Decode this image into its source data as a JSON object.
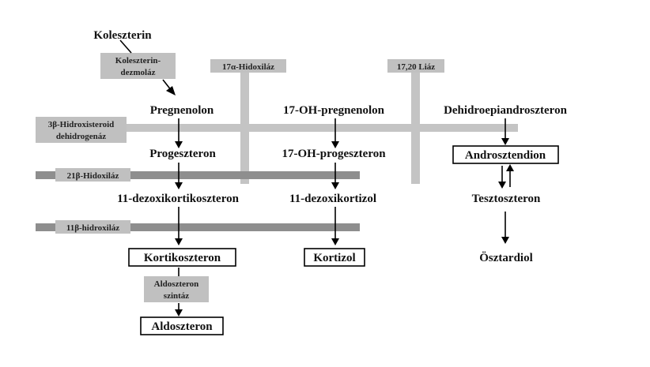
{
  "compounds": {
    "cholesterol": "Koleszterin",
    "pregnenolone": "Pregnenolon",
    "oh_pregnenolone": "17-OH-pregnenolon",
    "dhea": "Dehidroepiandroszteron",
    "progesterone": "Progeszteron",
    "oh_progesterone": "17-OH-progeszteron",
    "androstenedione": "Androsztendion",
    "deoxycorticosterone": "11-dezoxikortikoszteron",
    "deoxycortisol": "11-dezoxikortizol",
    "testosterone": "Tesztoszteron",
    "corticosterone": "Kortikoszteron",
    "cortisol": "Kortizol",
    "estradiol": "Ösztardiol",
    "aldosterone": "Aldoszteron"
  },
  "enzymes": {
    "desmolase_line1": "Koleszterin-",
    "desmolase_line2": "dezmoláz",
    "hydroxylase17": "17α-Hidoxiláz",
    "lyase": "17,20 Liáz",
    "hsd_line1": "3β-Hidroxisteroid",
    "hsd_line2": "dehidrogenáz",
    "hydroxylase21": "21β-Hidoxiláz",
    "hydroxylase11": "11β-hidroxiláz",
    "aldo_synthase_line1": "Aldoszteron",
    "aldo_synthase_line2": "szintáz"
  }
}
